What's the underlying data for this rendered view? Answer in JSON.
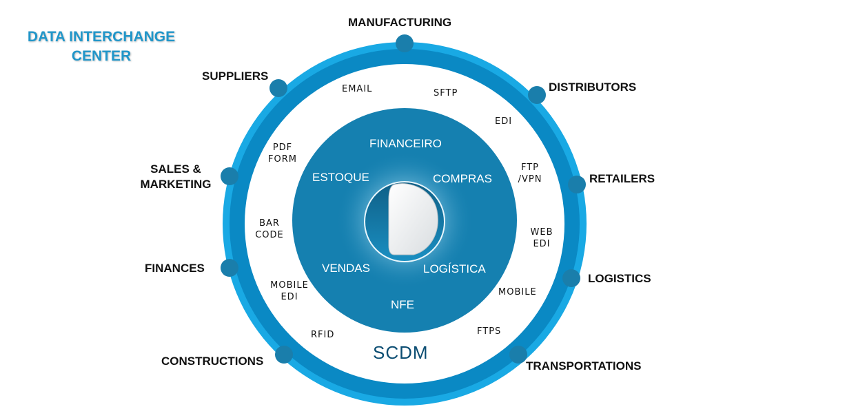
{
  "title": [
    "DATA INTERCHANGE",
    "CENTER"
  ],
  "brand": "SCDM",
  "partners": {
    "manufacturing": "MANUFACTURING",
    "distributors": "DISTRIBUTORS",
    "retailers": "RETAILERS",
    "logistics": "LOGISTICS",
    "transportations": "TRANSPORTATIONS",
    "constructions": "CONSTRUCTIONS",
    "finances": "FINANCES",
    "sales_marketing": [
      "SALES &",
      "MARKETING"
    ],
    "suppliers": "SUPPLIERS"
  },
  "protocols": {
    "email": "EMAIL",
    "sftp": "SFTP",
    "edi": "EDI",
    "ftp_vpn": [
      "FTP",
      "/VPN"
    ],
    "web_edi": [
      "WEB",
      "EDI"
    ],
    "mobile": "MOBILE",
    "ftps": "FTPS",
    "rfid": "RFID",
    "mobile_edi": [
      "MOBILE",
      "EDI"
    ],
    "bar_code": [
      "BAR",
      "CODE"
    ],
    "pdf_form": [
      "PDF",
      "FORM"
    ]
  },
  "modules": {
    "financeiro": "FINANCEIRO",
    "estoque": "ESTOQUE",
    "compras": "COMPRAS",
    "vendas": "VENDAS",
    "logistica": "LOGÍSTICA",
    "nfe": "NFE"
  },
  "colors": {
    "outer_ring": "#0a89c4",
    "outer_ring_edge": "#19a9e4",
    "inner_disc": "#1580b0",
    "node": "#1a7eab",
    "title": "#2196c9",
    "brand": "#0b4d72"
  }
}
